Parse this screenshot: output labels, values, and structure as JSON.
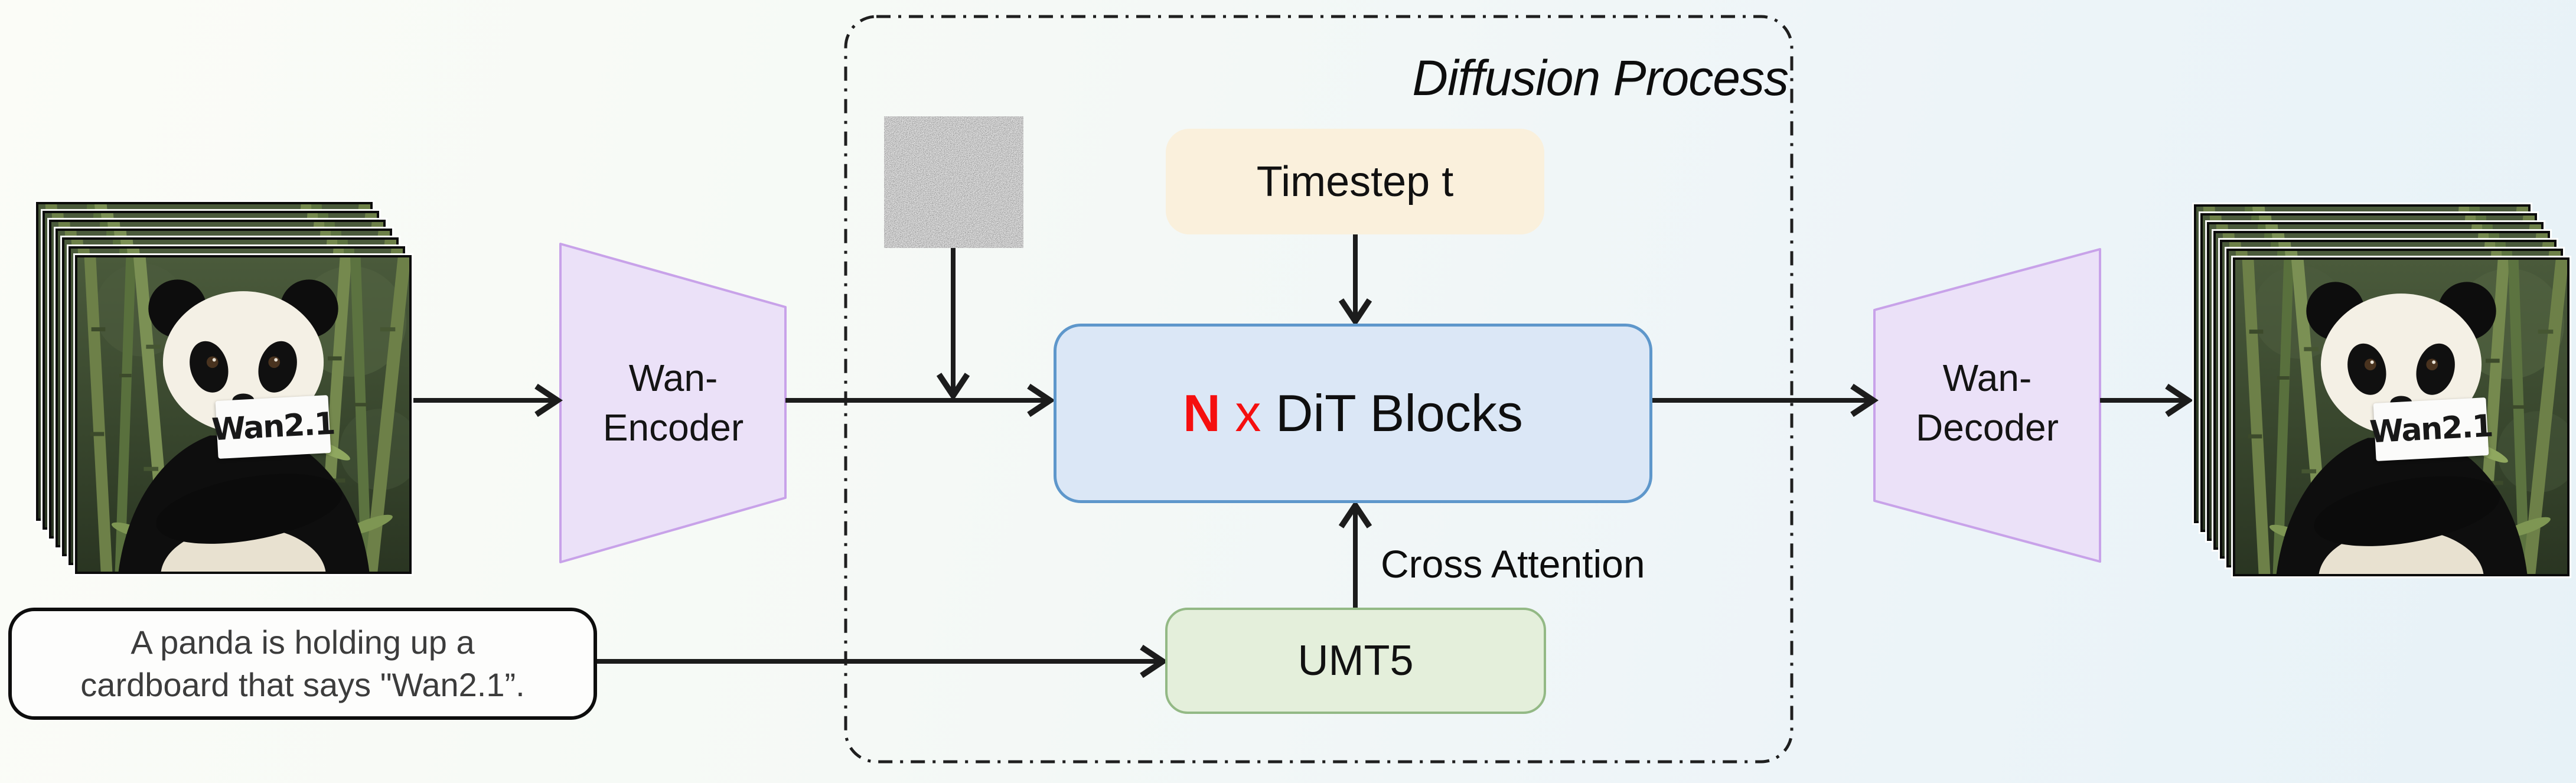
{
  "figure": {
    "title": "Diffusion Process",
    "frame_count": 7
  },
  "input": {
    "prompt_line1": "A panda is holding up a",
    "prompt_line2": "cardboard that says \"Wan2.1”.",
    "video_sign_text": "Wan2.1"
  },
  "encoder": {
    "line1": "Wan-",
    "line2": "Encoder"
  },
  "decoder": {
    "line1": "Wan-",
    "line2": "Decoder"
  },
  "diffusion": {
    "timestep_label": "Timestep t",
    "dit_n": "N",
    "dit_times": "x",
    "dit_label": "DiT Blocks",
    "cross_attention_label": "Cross Attention",
    "text_encoder_label": "UMT5"
  },
  "output": {
    "video_sign_text": "Wan2.1"
  },
  "palette": {
    "accent_red": "#f50f0f",
    "dit_fill": "#dbe7f6",
    "dit_border": "#5e97cb",
    "umt5_fill": "#e4efdb",
    "umt5_border": "#93b985",
    "timestep_fill": "#faf0dc",
    "trapezoid_fill": "#ebe1f8",
    "trapezoid_border": "#c8a2e9",
    "arrow_color": "#1c1c1c",
    "background_left": "#fbfcf7",
    "background_right": "#e7f2f7"
  }
}
